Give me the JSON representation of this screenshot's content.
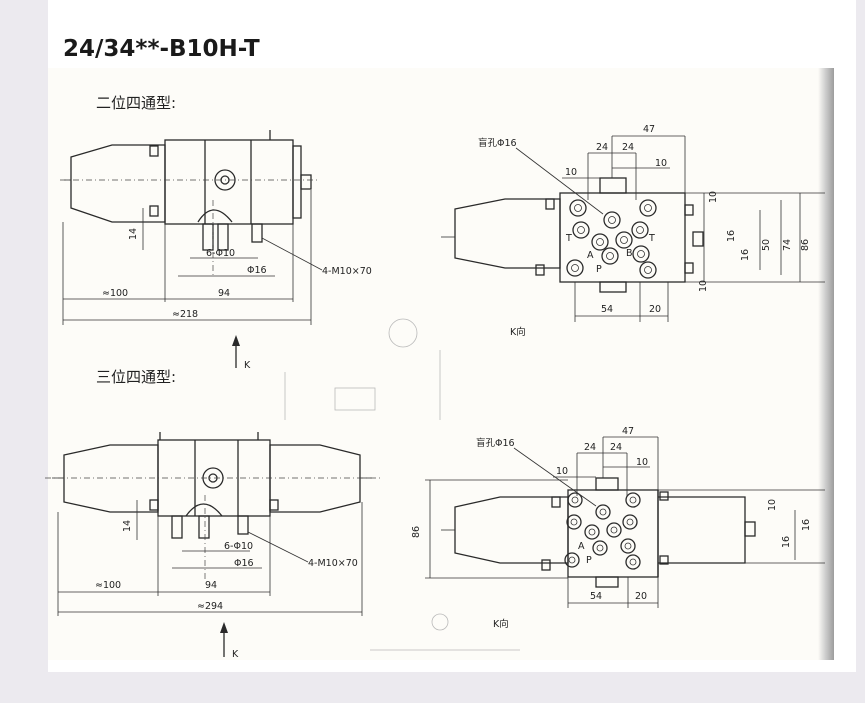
{
  "title": "24/34**-B10H-T",
  "two_position": {
    "section_label": "二位四通型:",
    "side_view": {
      "dim_14": "14",
      "dim_6phi10": "6-Φ10",
      "dim_phi16": "Φ16",
      "dim_bolts": "4-M10×70",
      "dim_100": "≈100",
      "dim_94": "94",
      "dim_218": "≈218",
      "view_arrow": "K"
    },
    "k_view": {
      "blind_hole": "盲孔Φ16",
      "dim_47": "47",
      "dim_24a": "24",
      "dim_24b": "24",
      "dim_10_top": "10",
      "dim_10_left": "10",
      "dim_10_r1": "10",
      "dim_16_r1": "16",
      "dim_16_r2": "16",
      "dim_10_r2": "10",
      "dim_50": "50",
      "dim_74": "74",
      "dim_86": "86",
      "dim_54": "54",
      "dim_20": "20",
      "port_t1": "T",
      "port_a": "A",
      "port_p": "P",
      "port_b": "B",
      "port_t2": "T",
      "view_label": "K向"
    }
  },
  "three_position": {
    "section_label": "三位四通型:",
    "side_view": {
      "dim_14": "14",
      "dim_6phi10": "6-Φ10",
      "dim_phi16": "Φ16",
      "dim_bolts": "4-M10×70",
      "dim_100": "≈100",
      "dim_94": "94",
      "dim_294": "≈294",
      "view_arrow": "K"
    },
    "k_view": {
      "blind_hole": "盲孔Φ16",
      "dim_47": "47",
      "dim_24a": "24",
      "dim_24b": "24",
      "dim_10_top": "10",
      "dim_10_left": "10",
      "dim_10_r1": "10",
      "dim_16_r1": "16",
      "dim_16_r2": "16",
      "dim_86": "86",
      "dim_54": "54",
      "dim_20": "20",
      "port_a": "A",
      "port_p": "P",
      "view_label": "K向"
    }
  },
  "colors": {
    "background": "#eceaef",
    "paper": "#fdfcf8",
    "ink": "#2a2a2a"
  }
}
